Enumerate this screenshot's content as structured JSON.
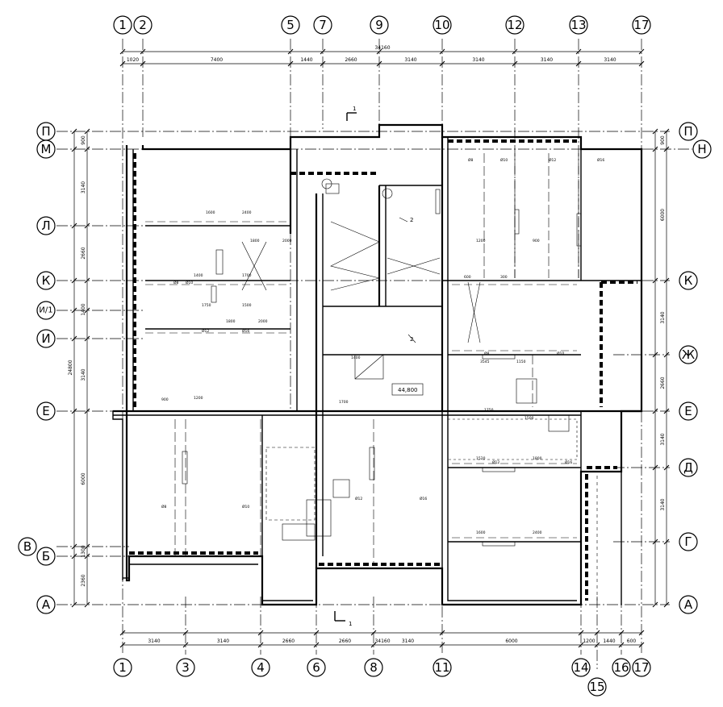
{
  "drawing": {
    "top_axes": [
      "1",
      "2",
      "5",
      "7",
      "9",
      "10",
      "12",
      "13",
      "17"
    ],
    "bottom_axes": [
      "1",
      "3",
      "4",
      "6",
      "8",
      "11",
      "14",
      "15",
      "16",
      "17"
    ],
    "left_axes": [
      "П",
      "М",
      "Л",
      "К",
      "И/1",
      "И",
      "Е",
      "В",
      "Б",
      "А"
    ],
    "right_axes": [
      "П",
      "Н",
      "К",
      "Ж",
      "Е",
      "Д",
      "Г",
      "А"
    ],
    "overall_top": "34160",
    "overall_bottom": "34160",
    "overall_left": "24800",
    "top_dims": [
      "1020",
      "7400",
      "1440",
      "2660",
      "3140",
      "3140",
      "3140",
      "3140"
    ],
    "bottom_dims": [
      "3140",
      "3140",
      "2660",
      "2660",
      "3140",
      "6000",
      "1200",
      "1440",
      "600"
    ],
    "left_dims": [
      "900",
      "3140",
      "2660",
      "1400",
      "3140",
      "6000",
      "1300",
      "2360"
    ],
    "right_dims": [
      "900",
      "6000",
      "3140",
      "2660",
      "3140",
      "3140"
    ],
    "section_label": "1",
    "section_label_2": "2",
    "elevation_mark": "44,800",
    "dim_labels": [
      "1600",
      "2400",
      "1400",
      "1700",
      "1750",
      "1500",
      "1800",
      "2000",
      "1200",
      "900",
      "600",
      "300",
      "3545",
      "1150",
      "1520",
      "1800"
    ],
    "bars": [
      "Ø8",
      "Ø10",
      "Ø12",
      "Ø16"
    ]
  }
}
